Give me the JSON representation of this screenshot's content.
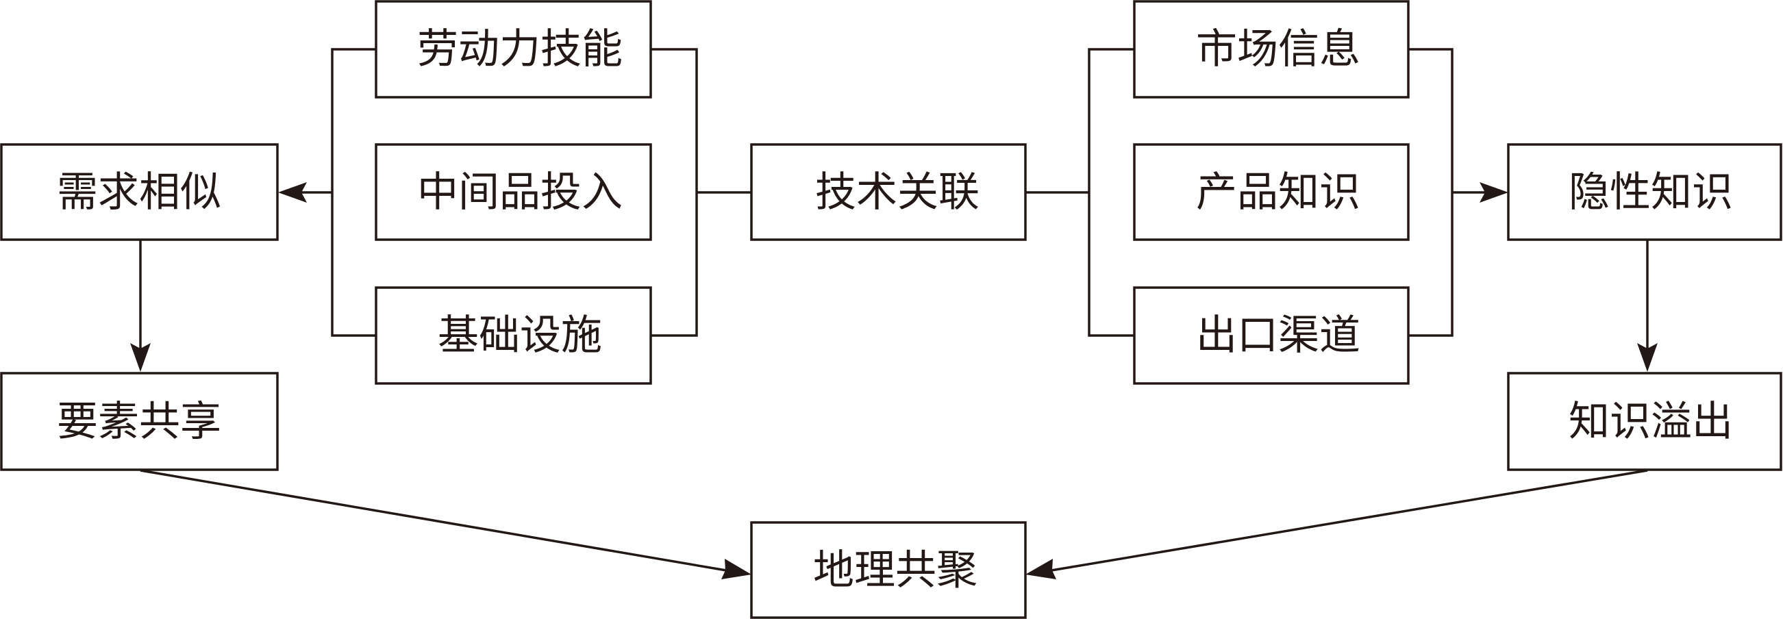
{
  "nodes": {
    "demand_similarity": "需求相似",
    "factor_sharing": "要素共享",
    "labor_skills": "劳动力技能",
    "intermediate_inputs": "中间品投入",
    "infrastructure": "基础设施",
    "technology_linkage": "技术关联",
    "geographic_coagglomeration": "地理共聚",
    "market_information": "市场信息",
    "product_knowledge": "产品知识",
    "export_channels": "出口渠道",
    "tacit_knowledge": "隐性知识",
    "knowledge_spillover": "知识溢出"
  },
  "colors": {
    "line": "#231815",
    "background": "#ffffff"
  }
}
